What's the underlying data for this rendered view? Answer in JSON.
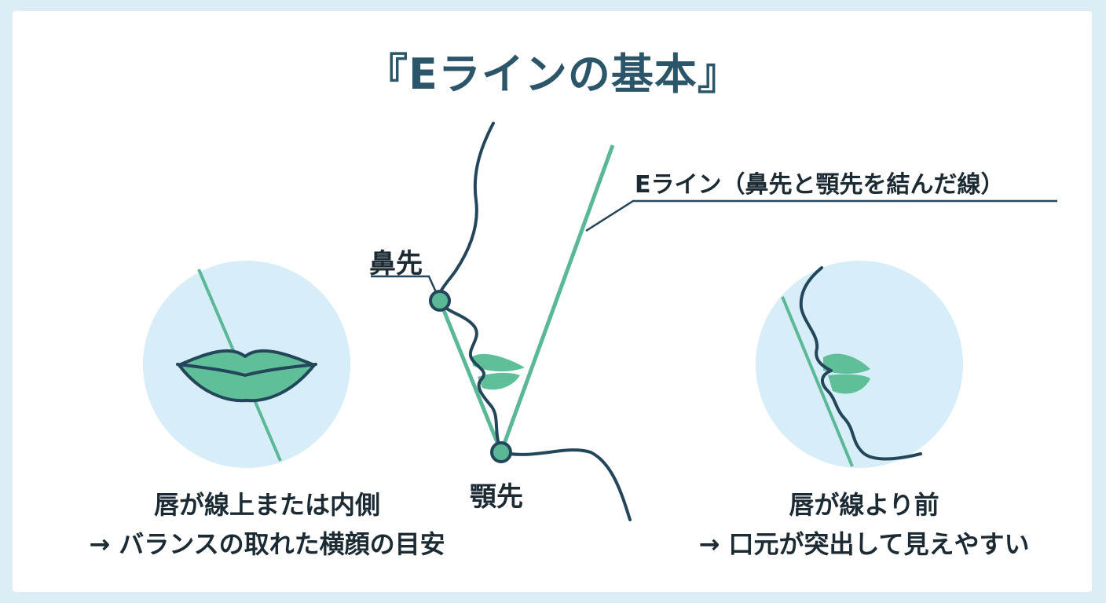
{
  "title": "『Eラインの基本』",
  "labels": {
    "nose_tip": "鼻先",
    "chin_tip": "顎先",
    "e_line": "Eライン（鼻先と顎先を結んだ線）"
  },
  "captions": {
    "left_line1": "唇が線上または内側",
    "left_line2": "→ バランスの取れた横顔の目安",
    "right_line1": "唇が線より前",
    "right_line2": "→ 口元が突出して見えやすい"
  },
  "colors": {
    "background": "#dcedf5",
    "title": "#2b5568",
    "outline": "#23465a",
    "e_line": "#5bb896",
    "lip_fill": "#5fbf98",
    "circle_fill": "#d7edf7"
  }
}
